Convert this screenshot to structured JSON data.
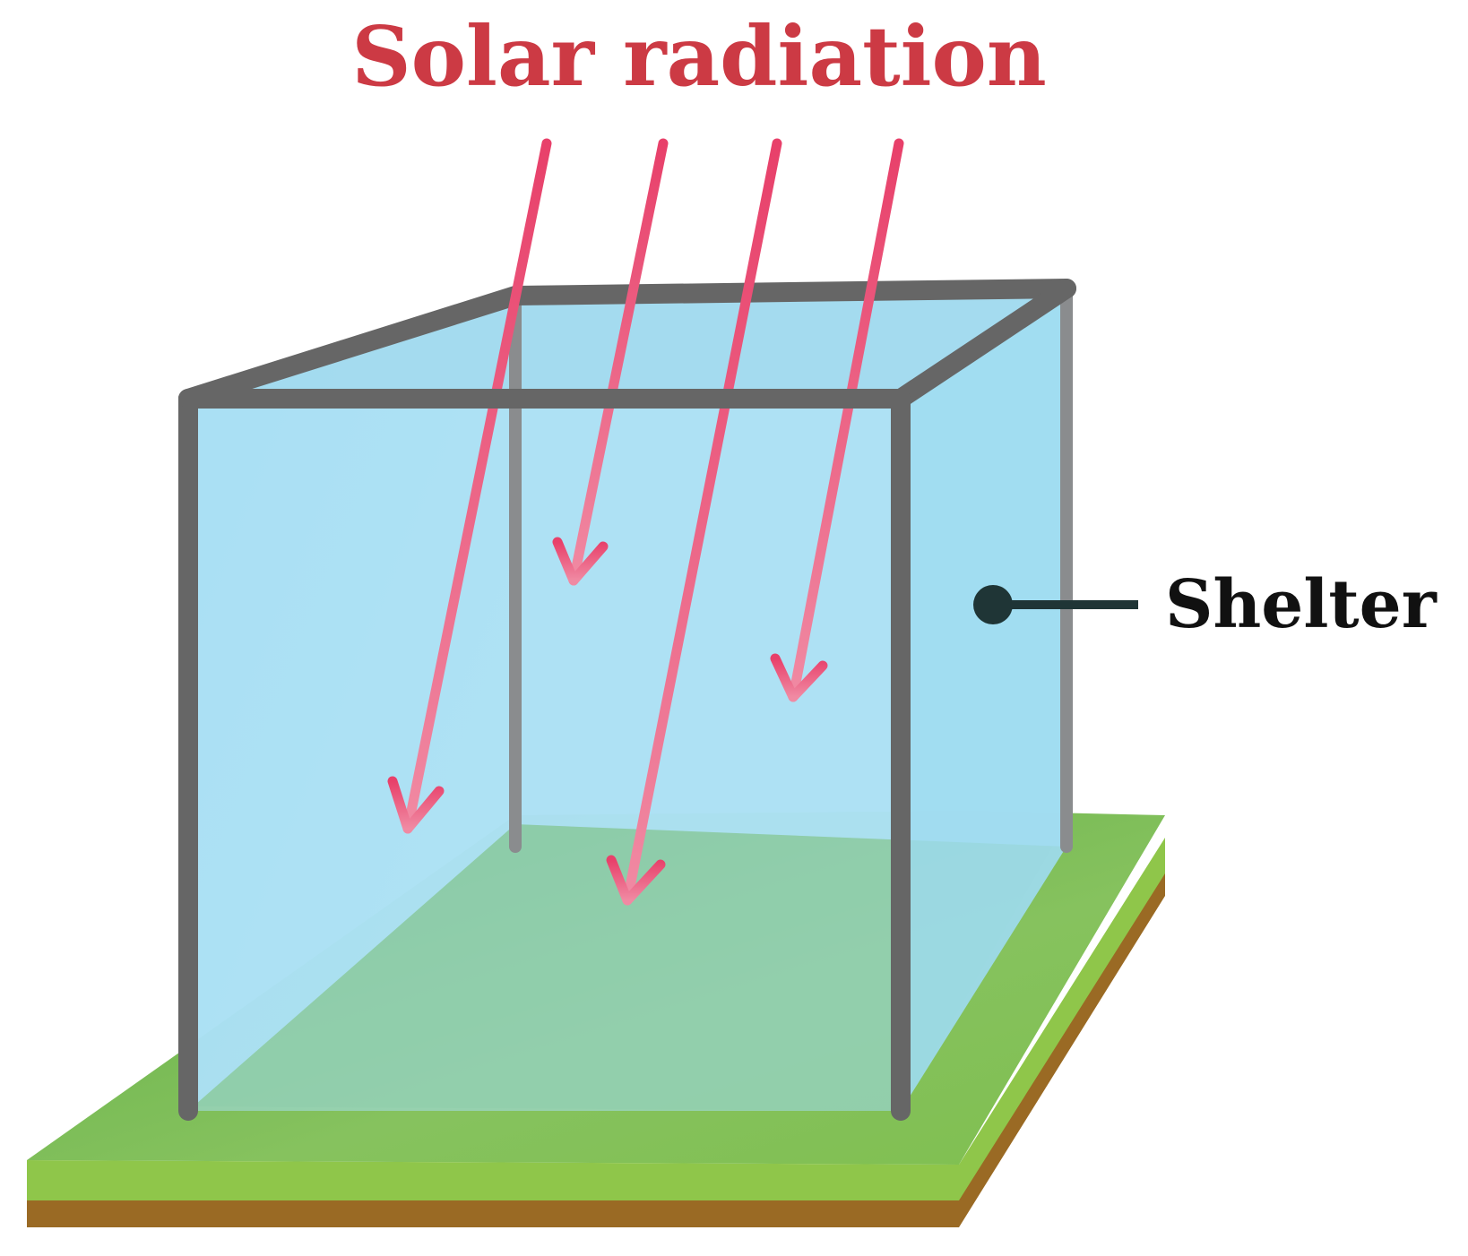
{
  "labels": {
    "title": "Solar radiation",
    "shelter": "Shelter"
  },
  "colors": {
    "title": "#cc3a44",
    "shelter_label": "#111111",
    "frame": "#666666",
    "glass": "#a8def2",
    "ground_top": "#7cbe52",
    "ground_edge": "#8fc64a",
    "soil": "#9a6a24",
    "arrow": "#e8496a",
    "pointer": "#1f3536"
  },
  "icons": {
    "arrows": "solar-ray-arrow",
    "pointer_dot": "pointer-dot-icon"
  }
}
